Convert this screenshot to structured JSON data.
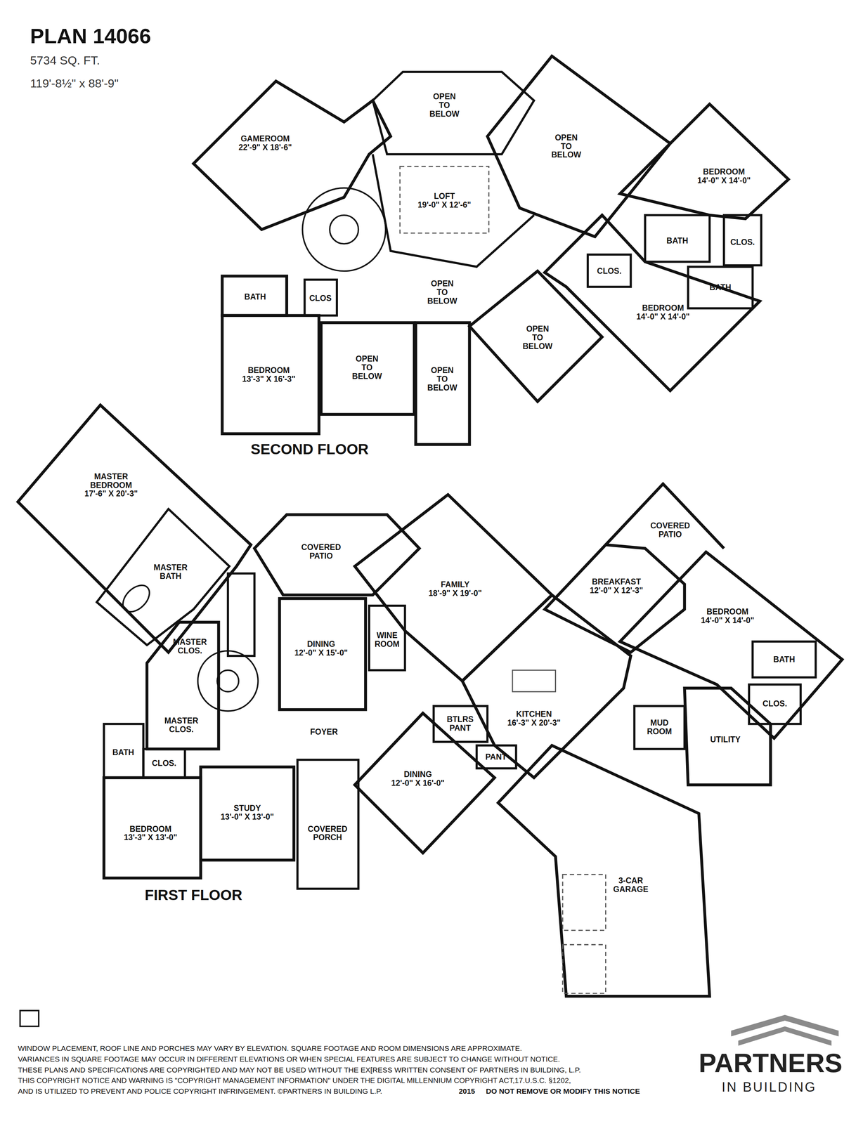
{
  "diagram": {
    "title": "PLAN 14066",
    "nodes": [
      {
        "text": [
          "GAMEROOM",
          "22'-9\" X 18'-6\""
        ]
      },
      {
        "text": [
          "OPEN TO BELOW"
        ]
      },
      {
        "text": [
          "OPEN TO BELOW"
        ]
      },
      {
        "text": [
          "LOFT",
          "19'-0\" X 12'-6\""
        ]
      },
      {
        "text": [
          "BEDROOM",
          "14'-0\" X 14'-0\""
        ]
      },
      {
        "text": [
          "BATH"
        ]
      },
      {
        "text": [
          "CLOS."
        ]
      },
      {
        "text": [
          "CLOS."
        ]
      },
      {
        "text": [
          "BATH"
        ]
      },
      {
        "text": [
          "BEDROOM",
          "14'-0\" X 14'-0\""
        ]
      },
      {
        "text": [
          "OPEN TO BELOW"
        ]
      },
      {
        "text": [
          "BATH"
        ]
      },
      {
        "text": [
          "CLOS"
        ]
      },
      {
        "text": [
          "BEDROOM",
          "13'-3\" X 16'-3\""
        ]
      },
      {
        "text": [
          "OPEN TO BELOW"
        ]
      },
      {
        "text": [
          "OPEN TO BELOW"
        ]
      },
      {
        "text": [
          "OPEN TO BELOW"
        ]
      },
      {
        "text": [
          "MASTER BEDROOM",
          "17'-6\" X 20'-3\""
        ]
      },
      {
        "text": [
          "MASTER BATH"
        ]
      },
      {
        "text": [
          "MASTER CLOS."
        ]
      },
      {
        "text": [
          "MASTER CLOS."
        ]
      },
      {
        "text": [
          "COVERED PATIO"
        ]
      },
      {
        "text": [
          "DINING",
          "12'-0\" X 15'-0\""
        ]
      },
      {
        "text": [
          "WINE ROOM"
        ]
      },
      {
        "text": [
          "FAMILY",
          "18'-9\" X 19'-0\""
        ]
      },
      {
        "text": [
          "COVERED PATIO"
        ]
      },
      {
        "text": [
          "BREAKFAST",
          "12'-0\" X 12'-3\""
        ]
      },
      {
        "text": [
          "BEDROOM",
          "14'-0\" X 14'-0\""
        ]
      },
      {
        "text": [
          "BATH"
        ]
      },
      {
        "text": [
          "CLOS."
        ]
      },
      {
        "text": [
          "KITCHEN",
          "16'-3\" X 20'-3\""
        ]
      },
      {
        "text": [
          "BTLRS PANT"
        ]
      },
      {
        "text": [
          "PANT"
        ]
      },
      {
        "text": [
          "MUD ROOM"
        ]
      },
      {
        "text": [
          "UTILITY"
        ]
      },
      {
        "text": [
          "FOYER"
        ]
      },
      {
        "text": [
          "BATH"
        ]
      },
      {
        "text": [
          "CLOS."
        ]
      },
      {
        "text": [
          "DINING",
          "12'-0\" X 16'-0\""
        ]
      },
      {
        "text": [
          "STUDY",
          "13'-0\" X 13'-0\""
        ]
      },
      {
        "text": [
          "COVERED PORCH"
        ]
      },
      {
        "text": [
          "BEDROOM",
          "13'-3\" X 13'-0\""
        ]
      },
      {
        "text": [
          "3-CAR GARAGE"
        ]
      }
    ],
    "labels": [
      "5734 SQ. FT.",
      "119'-8½\" x 88'-9\"",
      "SECOND FLOOR",
      "FIRST FLOOR",
      "WINDOW PLACEMENT, ROOF LINE AND PORCHES MAY VARY BY ELEVATION.  SQUARE FOOTAGE AND ROOM DIMENSIONS ARE APPROXIMATE.",
      "VARIANCES IN SQUARE FOOTAGE MAY OCCUR IN DIFFERENT ELEVATIONS OR  WHEN SPECIAL FEATURES ARE SUBJECT TO CHANGE WITHOUT NOTICE.",
      "THESE PLANS AND SPECIFICATIONS ARE COPYRIGHTED AND MAY NOT BE USED WITHOUT THE EX[RESS WRITTEN CONSENT OF PARTNERS IN BUILDING, L.P.",
      "THIS COPYRIGHT NOTICE AND WARNING IS \"COPYRIGHT MANAGEMENT INFORMATION\" UNDER THE DIGITAL MILLENNIUM COPYRIGHT ACT,17.U.S.C.      §1202,",
      "AND IS UTILIZED TO PREVENT AND POLICE COPYRIGHT INFRINGEMENT.  ©PARTNERS IN BUILDING L.P.",
      "2015",
      "DO NOT REMOVE OR MODIFY THIS NOTICE",
      "PARTNERS",
      "IN BUILDING"
    ]
  }
}
